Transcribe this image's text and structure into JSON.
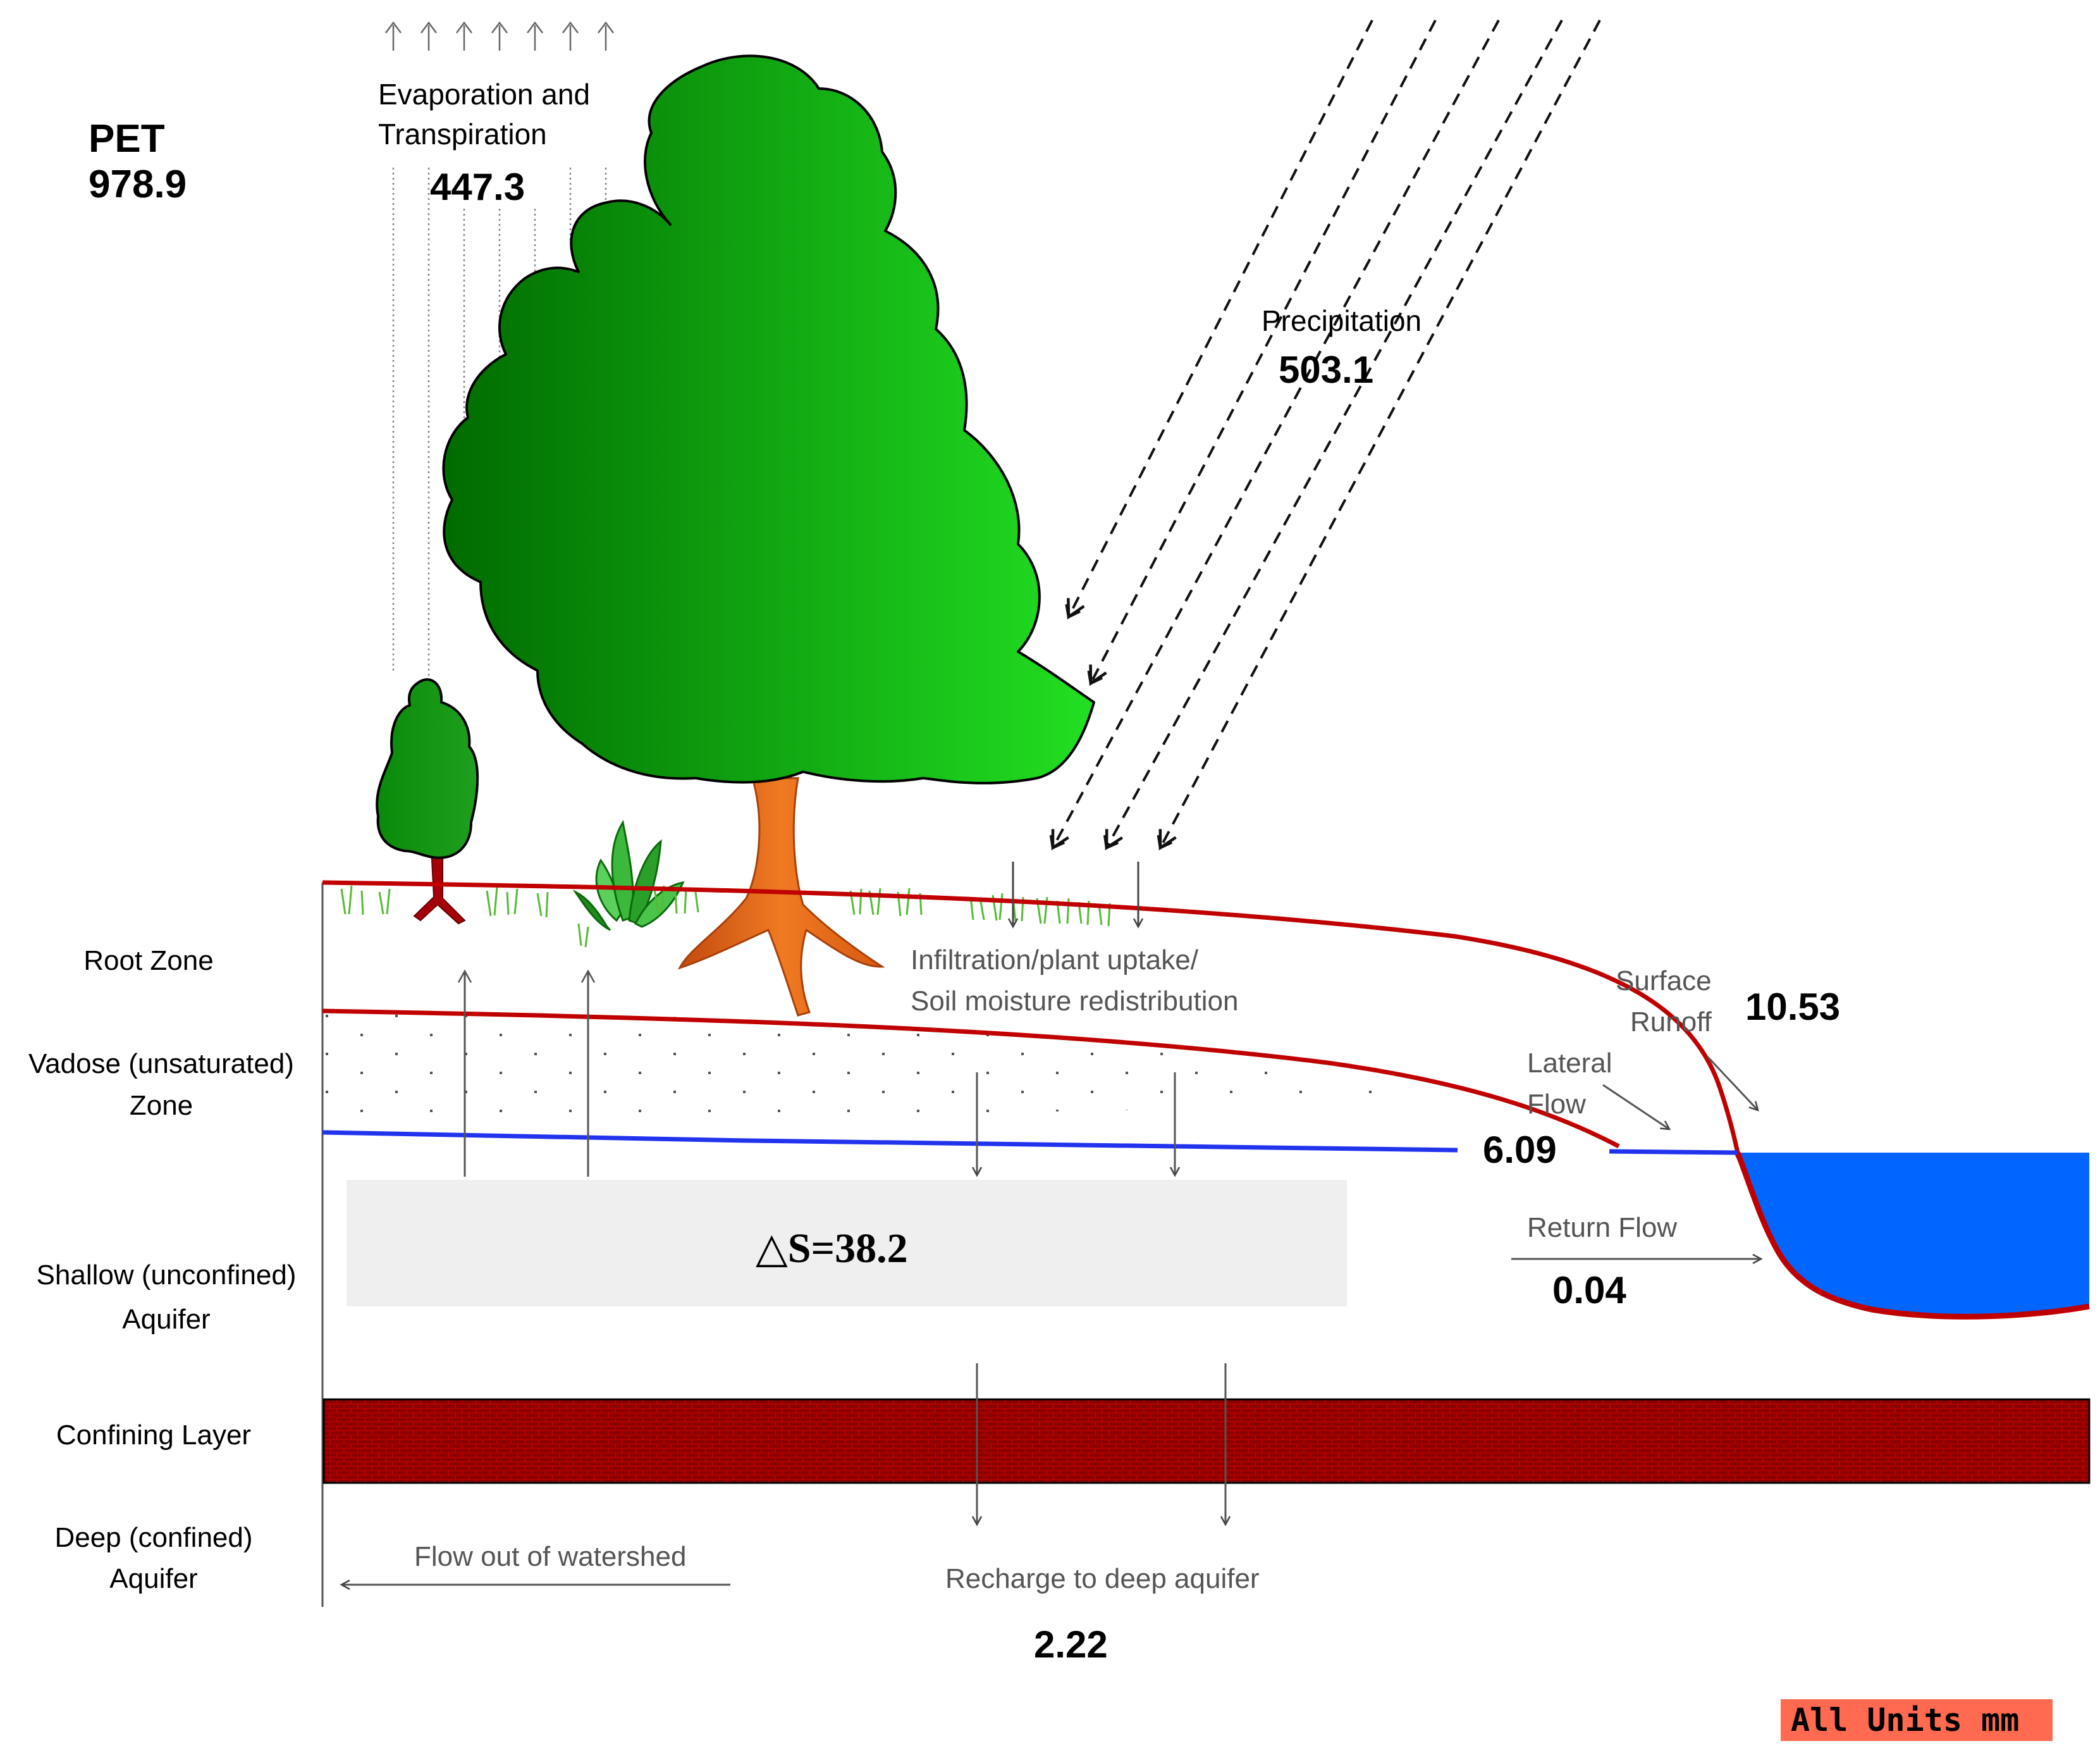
{
  "labels": {
    "pet": "PET",
    "pet_value": "978.9",
    "evaporation_line1": "Evaporation and",
    "evaporation_line2": "Transpiration",
    "evaporation_value": "447.3",
    "precipitation": "Precipitation",
    "precipitation_value": "503.1",
    "root_zone": "Root Zone",
    "vadose_line1": "Vadose (unsaturated)",
    "vadose_line2": "Zone",
    "shallow_line1": "Shallow (unconfined)",
    "shallow_line2": "Aquifer",
    "confining_layer": "Confining Layer",
    "deep_line1": "Deep (confined)",
    "deep_line2": "Aquifer",
    "infiltration_line1": "Infiltration/plant uptake/",
    "infiltration_line2": "Soil moisture redistribution",
    "surface_runoff_line1": "Surface",
    "surface_runoff_line2": "Runoff",
    "surface_runoff_value": "10.53",
    "lateral_flow_line1": "Lateral",
    "lateral_flow_line2": "Flow",
    "lateral_flow_value": "6.09",
    "return_flow": "Return Flow",
    "return_flow_value": "0.04",
    "delta_storage": "△S=38.2",
    "flow_out": "Flow out of watershed",
    "recharge": "Recharge to deep aquifer",
    "recharge_value": "2.22",
    "units": "All Units mm"
  },
  "colors": {
    "soil_line": "#c00000",
    "water_table": "#2233ee",
    "water": "#0066ff",
    "confining": "#8b0000",
    "tree_dark": "#007a00",
    "tree_light": "#22dd22",
    "trunk": "#e8641a",
    "storage_box": "#efefef",
    "units_badge": "#ff6a50"
  }
}
